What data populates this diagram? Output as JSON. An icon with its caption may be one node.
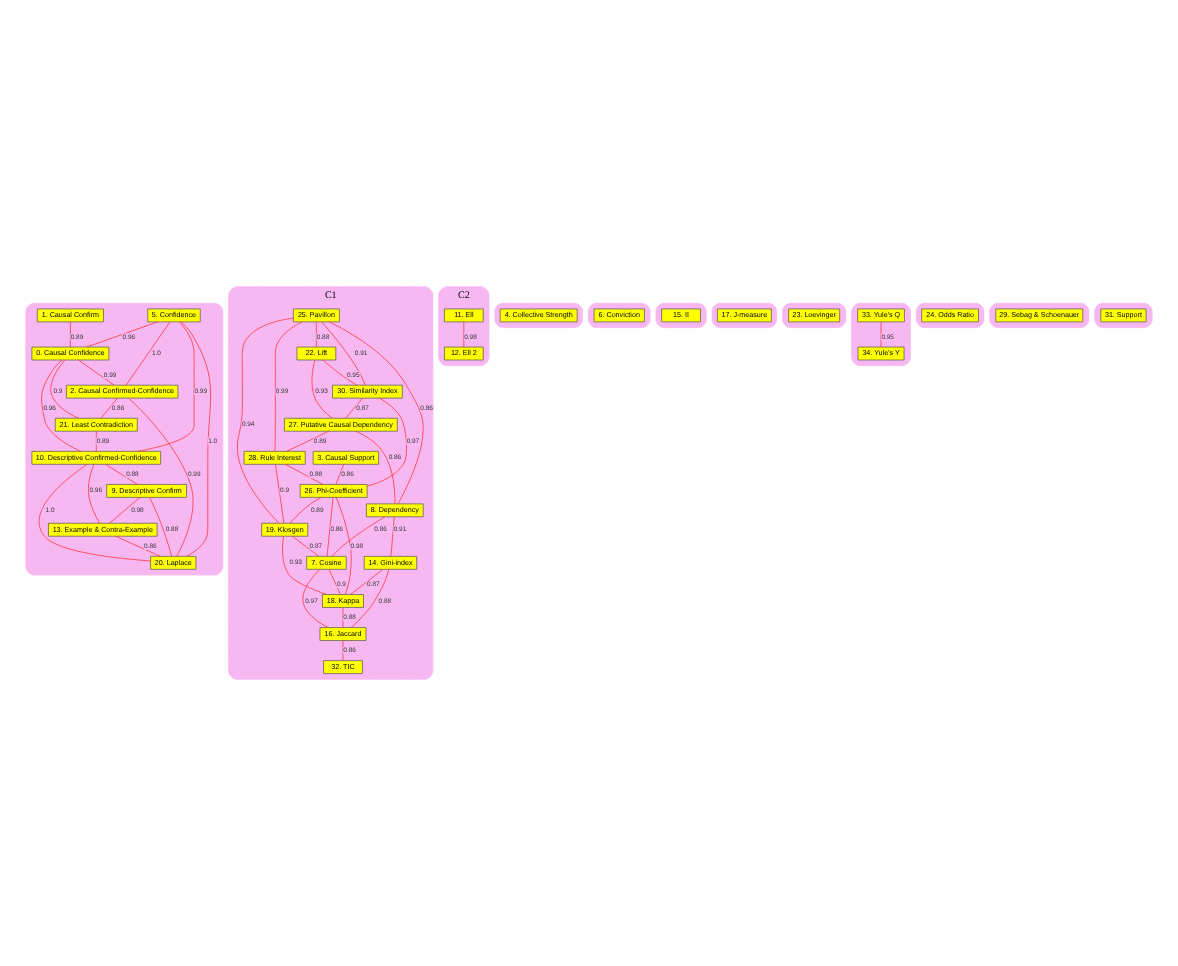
{
  "diagram": {
    "nodes": [
      {
        "text": [],
        "shape": "blob"
      },
      {
        "text": [
          "1. Causal Confirm"
        ],
        "in": 0
      },
      {
        "text": [
          "5. Confidence"
        ],
        "in": 0
      },
      {
        "text": [
          "0. Causal Confidence"
        ],
        "in": 0
      },
      {
        "text": [
          "2. Causal Confirmed-Confidence"
        ],
        "in": 0
      },
      {
        "text": [
          "21. Least Contradiction"
        ],
        "in": 0
      },
      {
        "text": [
          "10. Descriptive Confirmed-Confidence"
        ],
        "in": 0
      },
      {
        "text": [
          "9. Descriptive Confirm"
        ],
        "in": 0
      },
      {
        "text": [
          "13. Example & Contra-Example"
        ],
        "in": 0
      },
      {
        "text": [
          "20. Laplace"
        ],
        "in": 0
      },
      {
        "text": [
          "C1"
        ]
      },
      {
        "text": [
          "3. Causal Support"
        ],
        "in": 10
      },
      {
        "text": [
          "25. Pavillon"
        ],
        "in": 10
      },
      {
        "text": [
          "22. Lift"
        ],
        "in": 10
      },
      {
        "text": [
          "30. Similarity Index"
        ],
        "in": 10
      },
      {
        "text": [
          "27. Putative Causal Dependency"
        ],
        "in": 10
      },
      {
        "text": [
          "28. Rule Interest"
        ],
        "in": 10
      },
      {
        "text": [
          "26. Phi-Coefficient"
        ],
        "in": 10
      },
      {
        "text": [
          "19. Klosgen"
        ],
        "in": 10
      },
      {
        "text": [
          "8. Dependency"
        ],
        "in": 10
      },
      {
        "text": [
          "18. Kappa"
        ],
        "in": 10
      },
      {
        "text": [
          "14. Gini-index"
        ],
        "in": 10
      },
      {
        "text": [
          "7. Cosine"
        ],
        "in": 10
      },
      {
        "text": [
          "16. Jaccard"
        ],
        "in": 10
      },
      {
        "text": [
          "32. TIC"
        ],
        "in": 10
      },
      {
        "text": [
          "C2"
        ]
      },
      {
        "text": [
          "11. Ell"
        ],
        "in": 25
      },
      {
        "text": [
          "12. Ell 2"
        ],
        "in": 25
      },
      {
        "text": [],
        "shape": "blob"
      },
      {
        "text": [
          "4. Collective Strength"
        ],
        "in": 28
      },
      {
        "text": [],
        "shape": "blob"
      },
      {
        "text": [
          "6. Conviction"
        ],
        "in": 30
      },
      {
        "text": [],
        "shape": "blob"
      },
      {
        "text": [
          "15. II"
        ],
        "in": 32
      },
      {
        "text": [],
        "shape": "blob"
      },
      {
        "text": [
          "17. J-measure"
        ],
        "in": 34
      },
      {
        "text": [],
        "shape": "blob"
      },
      {
        "text": [
          "23. Loevinger"
        ],
        "in": 36
      },
      {
        "text": [],
        "shape": "blob"
      },
      {
        "text": [
          "33. Yule's Q"
        ],
        "in": 38
      },
      {
        "text": [
          "34. Yule's Y"
        ],
        "in": 38
      },
      {
        "text": [],
        "shape": "blob"
      },
      {
        "text": [
          "24. Odds Ratio"
        ],
        "in": 41
      },
      {
        "text": [],
        "shape": "blob"
      },
      {
        "text": [
          "29. Sebag & Schoenauer"
        ],
        "in": 43
      },
      {
        "text": [],
        "shape": "blob"
      },
      {
        "text": [
          "31. Support"
        ],
        "in": 45
      }
    ],
    "edges": [
      {
        "from": 1,
        "to": 3,
        "arrow": "none",
        "label": "0.89"
      },
      {
        "from": 2,
        "to": 3,
        "arrow": "none",
        "label": "0.96"
      },
      {
        "from": 3,
        "to": 4,
        "arrow": "none",
        "label": "0.99"
      },
      {
        "from": 3,
        "to": 5,
        "arrow": "none",
        "label": "0.9"
      },
      {
        "from": 2,
        "to": 4,
        "arrow": "none",
        "label": "1.0"
      },
      {
        "from": 2,
        "to": 6,
        "arrow": "none",
        "label": "0.99"
      },
      {
        "from": 2,
        "to": 9,
        "arrow": "none",
        "label": "1.0"
      },
      {
        "from": 4,
        "to": 9,
        "arrow": "none",
        "label": "0.99"
      },
      {
        "from": 3,
        "to": 6,
        "arrow": "none",
        "label": "0.96"
      },
      {
        "from": 4,
        "to": 5,
        "arrow": "none",
        "label": "0.86"
      },
      {
        "from": 5,
        "to": 6,
        "arrow": "none",
        "label": "0.89"
      },
      {
        "from": 6,
        "to": 7,
        "arrow": "none",
        "label": "0.88"
      },
      {
        "from": 6,
        "to": 8,
        "arrow": "none",
        "label": "0.96"
      },
      {
        "from": 7,
        "to": 8,
        "arrow": "none",
        "label": "0.98"
      },
      {
        "from": 6,
        "to": 9,
        "arrow": "none",
        "label": "1.0"
      },
      {
        "from": 8,
        "to": 9,
        "arrow": "none",
        "label": "0.86"
      },
      {
        "from": 7,
        "to": 9,
        "arrow": "none",
        "label": "0.88"
      },
      {
        "from": 12,
        "to": 13,
        "arrow": "none",
        "label": "0.88"
      },
      {
        "from": 12,
        "to": 18,
        "arrow": "none",
        "label": "0.94"
      },
      {
        "from": 12,
        "to": 19,
        "arrow": "none",
        "label": "0.86"
      },
      {
        "from": 12,
        "to": 16,
        "arrow": "none",
        "label": "0.99"
      },
      {
        "from": 12,
        "to": 14,
        "arrow": "none",
        "label": "0.91"
      },
      {
        "from": 13,
        "to": 15,
        "arrow": "none",
        "label": "0.93"
      },
      {
        "from": 13,
        "to": 14,
        "arrow": "none",
        "label": "0.95"
      },
      {
        "from": 11,
        "to": 17,
        "arrow": "none",
        "label": "0.86"
      },
      {
        "from": 14,
        "to": 17,
        "arrow": "none",
        "label": "0.97"
      },
      {
        "from": 14,
        "to": 15,
        "arrow": "none",
        "label": "0.87"
      },
      {
        "from": 15,
        "to": 16,
        "arrow": "none",
        "label": "0.89"
      },
      {
        "from": 15,
        "to": 19,
        "arrow": "none",
        "label": "0.86"
      },
      {
        "from": 16,
        "to": 18,
        "arrow": "none",
        "label": "0.9"
      },
      {
        "from": 16,
        "to": 17,
        "arrow": "none",
        "label": "0.88"
      },
      {
        "from": 17,
        "to": 18,
        "arrow": "none",
        "label": "0.89"
      },
      {
        "from": 17,
        "to": 20,
        "arrow": "none",
        "label": "0.98"
      },
      {
        "from": 17,
        "to": 22,
        "arrow": "none",
        "label": "0.86"
      },
      {
        "from": 18,
        "to": 20,
        "arrow": "none",
        "label": "0.93"
      },
      {
        "from": 19,
        "to": 21,
        "arrow": "none",
        "label": "0.91"
      },
      {
        "from": 19,
        "to": 22,
        "arrow": "none",
        "label": "0.86"
      },
      {
        "from": 21,
        "to": 20,
        "arrow": "none",
        "label": "0.87"
      },
      {
        "from": 18,
        "to": 22,
        "arrow": "none",
        "label": "0.87"
      },
      {
        "from": 21,
        "to": 23,
        "arrow": "none",
        "label": "0.88"
      },
      {
        "from": 22,
        "to": 20,
        "arrow": "none",
        "label": "0.9"
      },
      {
        "from": 20,
        "to": 23,
        "arrow": "none",
        "label": "0.88"
      },
      {
        "from": 22,
        "to": 23,
        "arrow": "none",
        "label": "0.97"
      },
      {
        "from": 23,
        "to": 24,
        "arrow": "none",
        "label": "0.86"
      },
      {
        "from": 26,
        "to": 27,
        "arrow": "none",
        "label": "0.98"
      },
      {
        "from": 39,
        "to": 40,
        "arrow": "none",
        "label": "0.95"
      }
    ]
  }
}
